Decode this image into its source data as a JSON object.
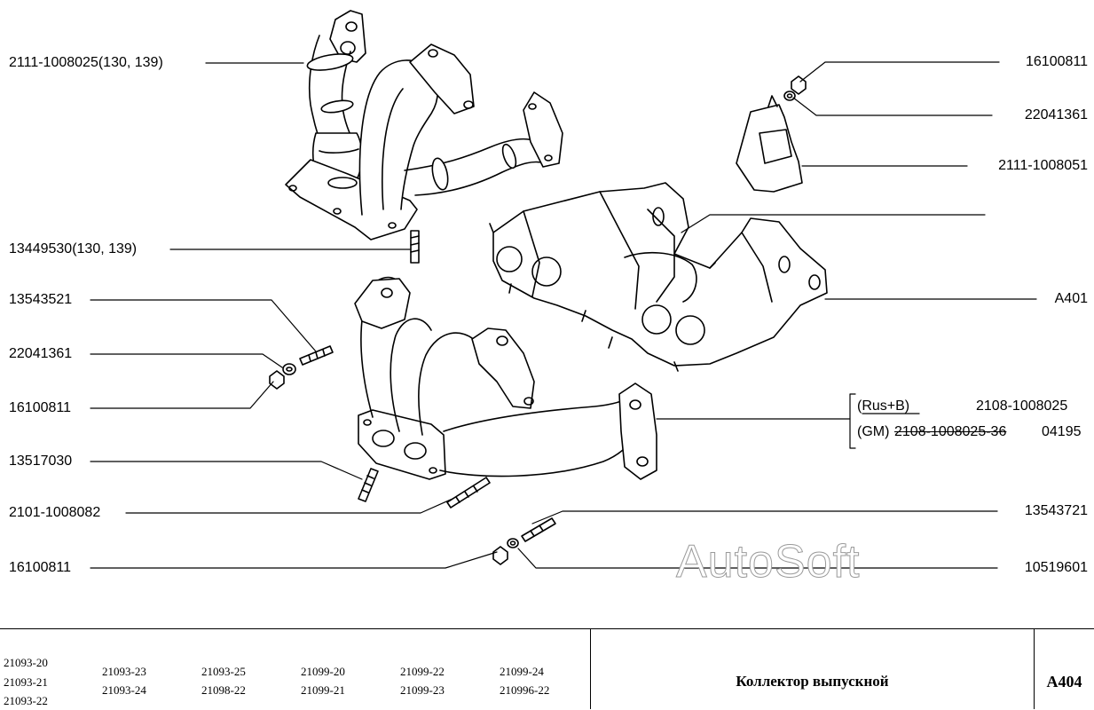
{
  "labels_left": [
    "2111-1008025(130, 139)",
    "13449530(130, 139)",
    "13543521",
    "22041361",
    "16100811",
    "13517030",
    "2101-1008082",
    "16100811"
  ],
  "labels_right": [
    "16100811",
    "22041361",
    "2111-1008051",
    "A401",
    "13543721",
    "10519601"
  ],
  "variant": {
    "rus_b_label": "(Rus+B)",
    "rus_b_part": "2108-1008025",
    "gm_label": "(GM)",
    "gm_part_struck": "2108-1008025-36",
    "gm_part": "04195"
  },
  "watermark": "AutoSoft",
  "models": [
    [
      "21093-20",
      "21093-21",
      "21093-22"
    ],
    [
      "21093-23",
      "21093-24"
    ],
    [
      "21093-25",
      "21098-22"
    ],
    [
      "21099-20",
      "21099-21"
    ],
    [
      "21099-22",
      "21099-23"
    ],
    [
      "21099-24",
      "210996-22"
    ]
  ],
  "title": "Коллектор выпускной",
  "page_code": "A404"
}
